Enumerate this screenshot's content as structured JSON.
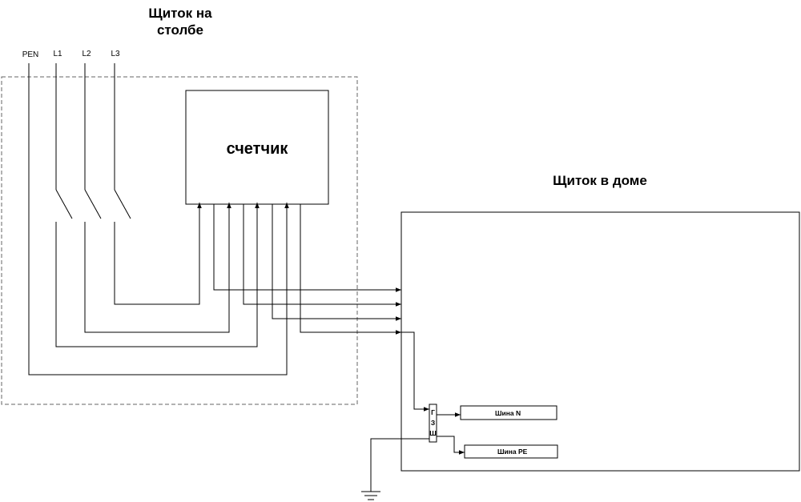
{
  "pole_panel": {
    "title_line1": "Щиток на",
    "title_line2": "столбе"
  },
  "meter": {
    "label": "счетчик"
  },
  "lines": {
    "pen": "PEN",
    "l1": "L1",
    "l2": "L2",
    "l3": "L3"
  },
  "house_panel": {
    "title": "Щиток в доме"
  },
  "buses": {
    "n": "Шина N",
    "pe": "Шина PE"
  },
  "gzsh": [
    "Г",
    "З",
    "Ш"
  ]
}
